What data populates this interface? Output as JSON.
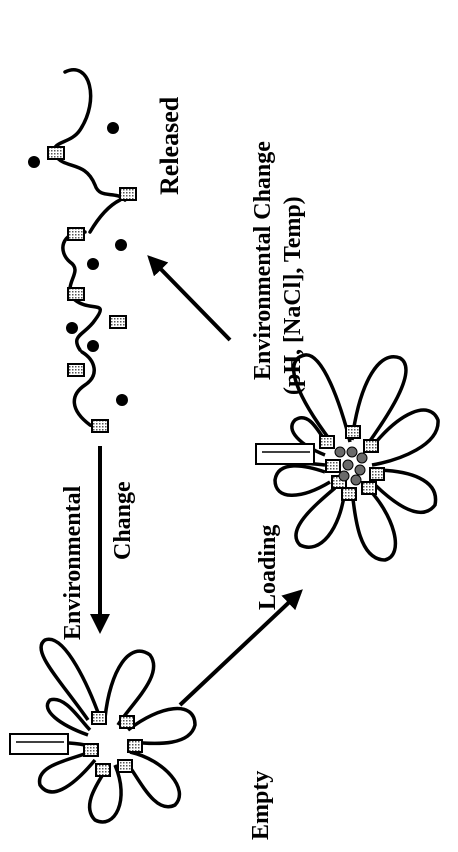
{
  "labels": {
    "empty": "Empty",
    "loading": "Loading",
    "released": "Released",
    "env_change_left_1": "Environmental",
    "env_change_left_2": "Change",
    "env_change_right_1": "Environmental Change",
    "env_change_right_2": "(pH, [NaCl], Temp)"
  },
  "colors": {
    "ink": "#000000",
    "block_fill": "#ffffff",
    "block_pattern": "#555555",
    "bead_shade": "#6a6a6a",
    "background": "#ffffff"
  },
  "icons": {
    "micelle_empty": "micelle-empty-icon",
    "micelle_loaded": "micelle-loaded-icon",
    "released_chain": "released-chain-icon",
    "arrow": "arrow-icon"
  }
}
